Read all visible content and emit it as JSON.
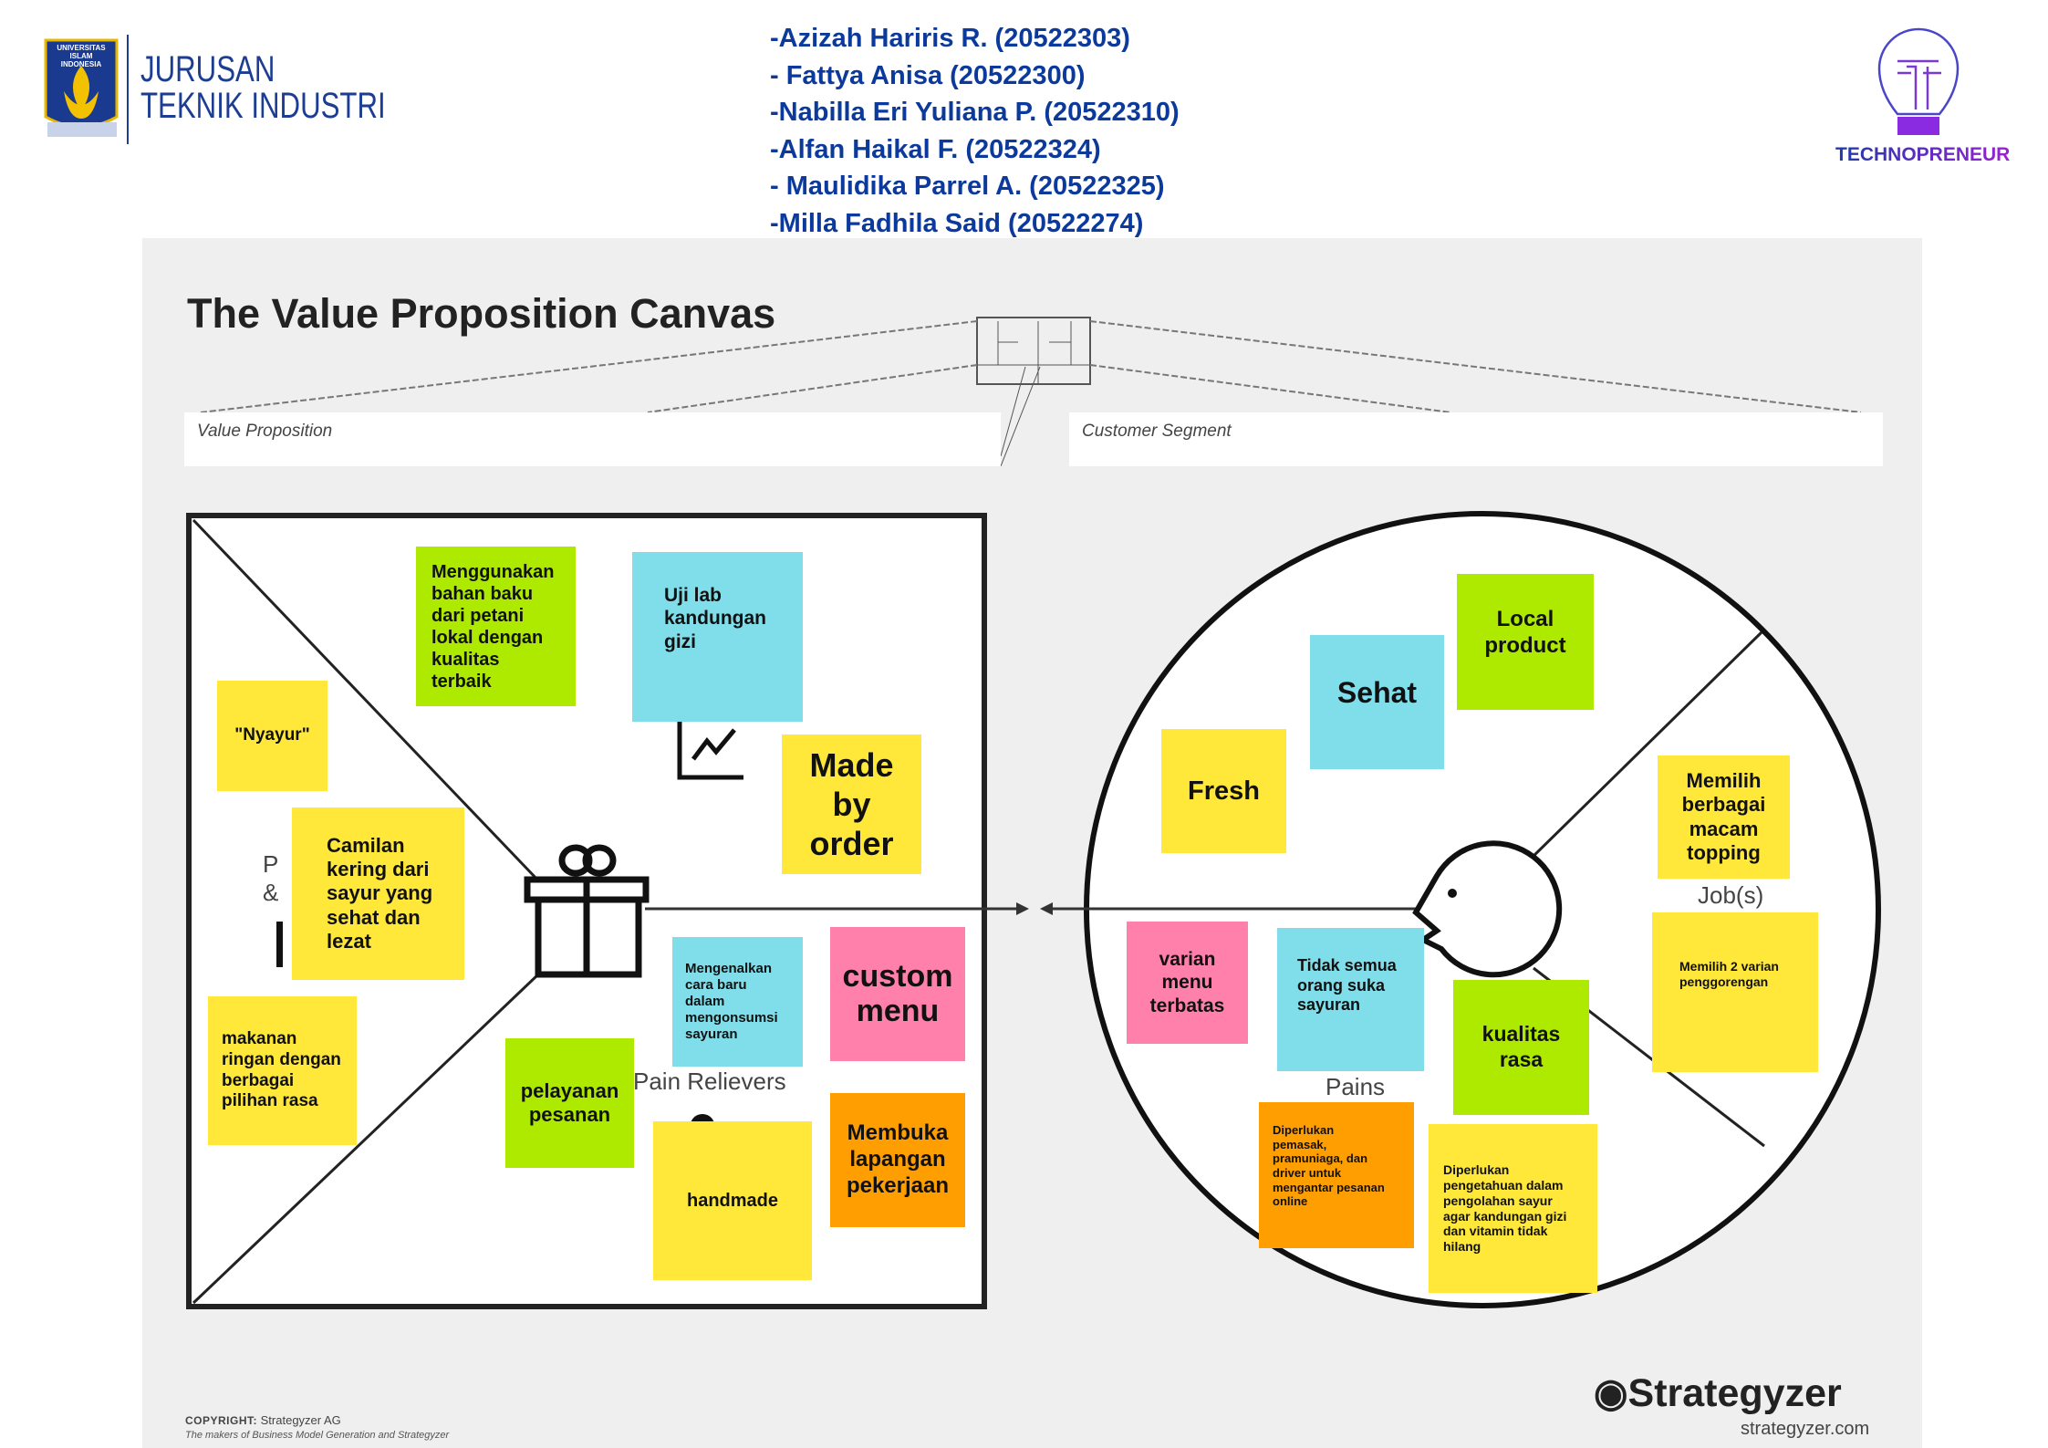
{
  "header": {
    "department_line1": "JURUSAN",
    "department_line2": "TEKNIK INDUSTRI",
    "university_logo_text": "UNIVERSITAS ISLAM INDONESIA",
    "team_members": [
      "-Azizah Hariris R. (20522303)",
      "- Fattya Anisa (20522300)",
      "-Nabilla Eri Yuliana P. (20522310)",
      "-Alfan Haikal F. (20522324)",
      "- Maulidika Parrel A. (20522325)",
      "-Milla Fadhila Said (20522274)"
    ],
    "technopreneur_label": "TECHNOPRENEUR"
  },
  "canvas": {
    "title": "The Value Proposition Canvas",
    "value_proposition_label": "Value Proposition",
    "customer_segment_label": "Customer Segment",
    "pain_relievers_label": "Pain Relievers",
    "pains_label": "Pains",
    "jobs_label": "Job(s)",
    "products_partial": "P\n&"
  },
  "value_map_notes": [
    {
      "text": "Menggunakan\nbahan baku\ndari petani\nlokal dengan\nkualitas\nterbaik",
      "color": "green"
    },
    {
      "text": "Uji lab\nkandungan\ngizi",
      "color": "cyan"
    },
    {
      "text": "\"Nyayur\"",
      "color": "yellow"
    },
    {
      "text": "Made\nby\norder",
      "color": "yellow"
    },
    {
      "text": "Camilan\nkering dari\nsayur yang\nsehat dan\nlezat",
      "color": "yellow"
    },
    {
      "text": "makanan\nringan dengan\nberbagai\npilihan rasa",
      "color": "yellow"
    },
    {
      "text": "Mengenalkan\ncara baru\ndalam\nmengonsumsi\nsayuran",
      "color": "cyan"
    },
    {
      "text": "custom\nmenu",
      "color": "pink"
    },
    {
      "text": "pelayanan\npesanan",
      "color": "green"
    },
    {
      "text": "handmade",
      "color": "yellow"
    },
    {
      "text": "Membuka\nlapangan\npekerjaan",
      "color": "orange"
    }
  ],
  "customer_profile_notes": [
    {
      "text": "Local\nproduct",
      "color": "green"
    },
    {
      "text": "Sehat",
      "color": "cyan"
    },
    {
      "text": "Fresh",
      "color": "yellow"
    },
    {
      "text": "Memilih\nberbagai\nmacam\ntopping",
      "color": "yellow"
    },
    {
      "text": "Memilih 2 varian\npenggorengan",
      "color": "yellow"
    },
    {
      "text": "varian\nmenu\nterbatas",
      "color": "pink"
    },
    {
      "text": "Tidak semua\norang suka\nsayuran",
      "color": "cyan"
    },
    {
      "text": "kualitas\nrasa",
      "color": "green"
    },
    {
      "text": "Diperlukan\npemasak,\npramuniaga, dan\ndriver untuk\nmengantar pesanan\nonline",
      "color": "orange"
    },
    {
      "text": "Diperlukan\npengetahuan dalam\npengolahan sayur\nagar kandungan gizi\ndan vitamin tidak\nhilang",
      "color": "yellow"
    }
  ],
  "footer": {
    "copyright_label": "COPYRIGHT:",
    "copyright_holder": "Strategyzer AG",
    "tagline": "The makers of Business Model Generation and Strategyzer",
    "brand": "Strategyzer",
    "url": "strategyzer.com"
  },
  "colors": {
    "yellow": "#ffe83a",
    "green": "#aeea00",
    "cyan": "#80deea",
    "pink": "#ff80ab",
    "orange": "#ff9e00",
    "heading_blue": "#0b3a9c"
  }
}
